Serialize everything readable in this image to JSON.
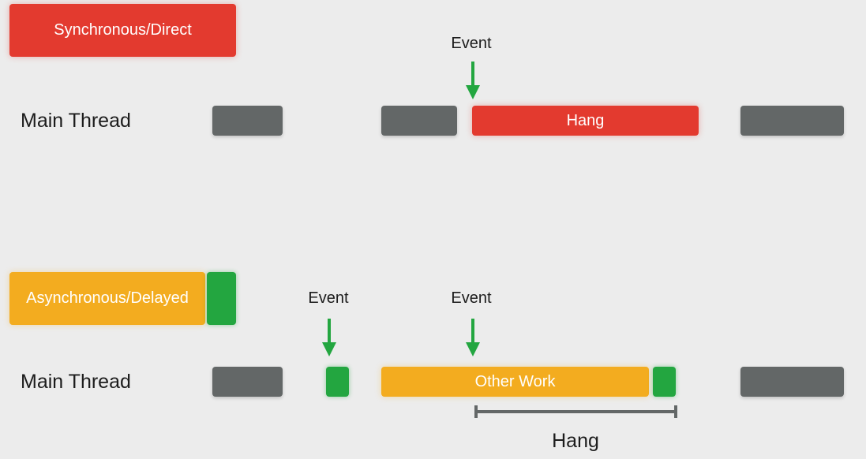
{
  "sync": {
    "title": "Synchronous/Direct",
    "thread_label": "Main Thread",
    "event_label": "Event",
    "hang_label": "Hang"
  },
  "async": {
    "title": "Asynchronous/Delayed",
    "thread_label": "Main Thread",
    "event1_label": "Event",
    "event2_label": "Event",
    "work_label": "Other Work",
    "hang_label": "Hang"
  },
  "colors": {
    "background": "#ececec",
    "sync_red": "#e33a2f",
    "async_orange": "#f3ac1f",
    "event_green": "#23a640",
    "work_gray": "#636767",
    "bracket_gray": "#636767"
  }
}
